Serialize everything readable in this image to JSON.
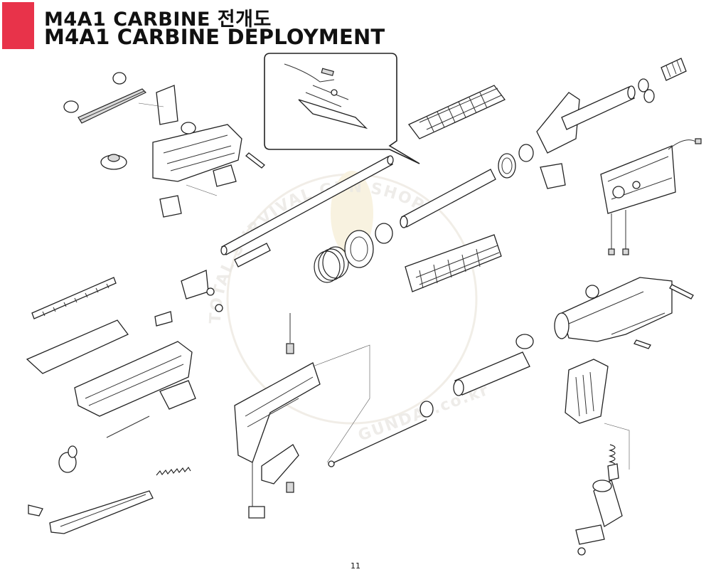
{
  "header": {
    "title_korean": "M4A1 CARBINE 전개도",
    "title_english": "M4A1 CARBINE DEPLOYMENT",
    "accent_color": "#e8334a"
  },
  "watermark": {
    "arc_text": "TOTAL SURVIVAL GUN SHOP",
    "brand": "GUNDAY.co.kr"
  },
  "page": {
    "number": "11"
  }
}
